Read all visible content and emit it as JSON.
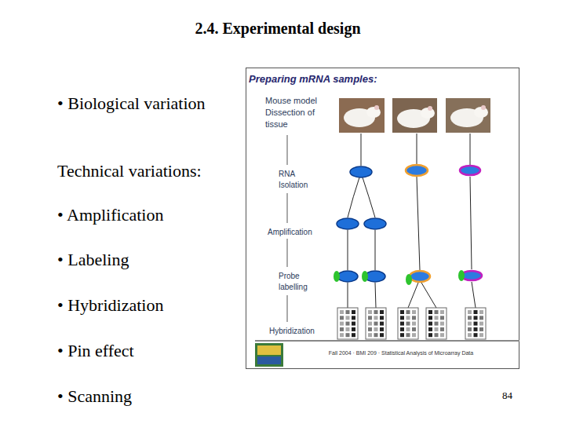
{
  "diagram": {
    "title": "2.4. Experimental design",
    "nodes": [
      {
        "text": [
          "Preparing mRNA samples:"
        ]
      }
    ],
    "labels": [
      "• Biological variation",
      "Technical variations:",
      "• Amplification",
      "• Labeling",
      "• Hybridization",
      "• Pin effect",
      "• Scanning",
      "Mouse model Dissection of tissue",
      "RNA Isolation",
      "Amplification",
      "Probe labelling",
      "Hybridization",
      "Fall 2004 · BMI 209 · Statistical Analysis of Microarray Data",
      "84"
    ]
  }
}
